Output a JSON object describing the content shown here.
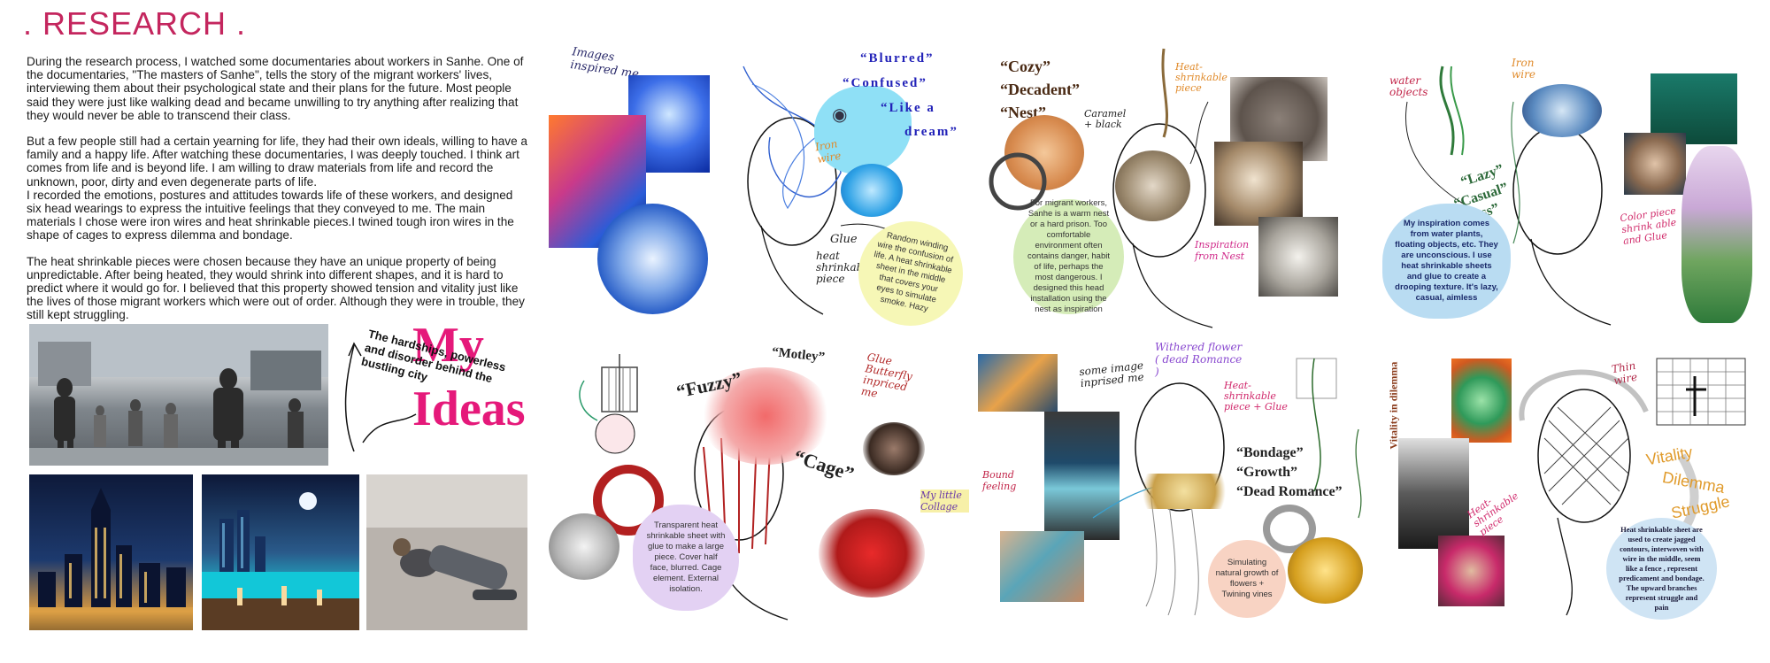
{
  "title": ". RESEARCH .",
  "paragraphs": [
    "During the research process, I watched some documentaries about workers in Sanhe. One of the documentaries, \"The masters of Sanhe\", tells the story of the migrant workers' lives, interviewing them about their psychological state and their plans for the future. Most people said they were just like walking dead and became unwilling to try anything after realizing that they would never be able to transcend their class.",
    "But a few people still had a certain yearning for life, they had their own ideals, willing to have a family and a happy life. After watching these documentaries, I was deeply touched. I think art comes from life and is beyond life. I am willing to draw materials from life and record the unknown, poor, dirty and even degenerate parts of life.\nI recorded the emotions, postures and attitudes towards life of these workers, and designed six head wearings to express the intuitive feelings that they conveyed to me. The main materials I chose were iron wires and heat shrinkable pieces.I twined tough iron wires in the shape of cages to express dilemma and bondage.",
    "The heat shrinkable pieces were chosen because they have an unique property of being unpredictable. After being heated, they would shrink into different shapes, and it is hard to predict where it would go for. I believed that this property showed tension and vitality just like the lives of those migrant workers which were out of order. Although they were in trouble, they still kept struggling."
  ],
  "ideas": {
    "my": "My",
    "ideas": "Ideas",
    "note": "The hardships, powerless and disorder behind the bustling city"
  },
  "panel1": {
    "images_note": "Images inspired me",
    "words": [
      "“Blurred”",
      "“Confused”",
      "“Like a",
      "dream”"
    ],
    "iron_wire": "Iron wire",
    "glue": "Glue",
    "heat_piece": "heat shrinkable piece",
    "caption": "Random winding wire the confusion of life. A heat shrinkable sheet in the middle that covers your eyes to simulate smoke. Hazy"
  },
  "panel2": {
    "words": [
      "“Cozy”",
      "“Decadent”",
      "“Nest”"
    ],
    "heat_piece": "Heat-shrinkable piece",
    "caramel": "Caramel + black",
    "inspiration": "Inspiration from Nest",
    "caption": "For migrant workers, Sanhe is a warm nest or a hard prison. Too comfortable environment often contains danger, habit of life, perhaps the most dangerous. I designed this head installation using the nest as inspiration"
  },
  "panel3": {
    "water": "water objects",
    "iron_wire": "Iron wire",
    "words": [
      "“Lazy”",
      "“Casual”",
      "“Aimless”"
    ],
    "color_piece": "Color piece shrink able and Glue",
    "caption": "My inspiration comes from water plants, floating objects, etc. They are unconscious. I use heat shrinkable sheets and glue to create a drooping texture. It's lazy, casual, aimless"
  },
  "panel4": {
    "words": [
      "“Fuzzy”",
      "“Motley”",
      "“Cage”"
    ],
    "glue": "Glue Butterfly inpriced me",
    "collage": "My little Collage",
    "caption": "Transparent heat shrinkable sheet with glue to make a large piece. Cover half face, blurred. Cage element. External isolation."
  },
  "panel5": {
    "some_image": "some image inprised me",
    "withered": "Withered flower ( dead Romance )",
    "heat_glue": "Heat-shrinkable piece + Glue",
    "bound": "Bound feeling",
    "words": [
      "“Bondage”",
      "“Growth”",
      "“Dead Romance”"
    ],
    "caption": "Simulating natural growth of flowers + Twining vines"
  },
  "panel6": {
    "vertical": "Vitality in dilemma",
    "thin_wire": "Thin wire",
    "heat_piece": "Heat-shrinkable piece",
    "words": [
      "Vitality",
      "Dilemma",
      "Struggle"
    ],
    "caption": "Heat shrinkable sheet are used to create jagged contours, interwoven with wire in the middle, seem like a fence , represent predicament and bondage. The upward branches represent struggle and pain"
  }
}
